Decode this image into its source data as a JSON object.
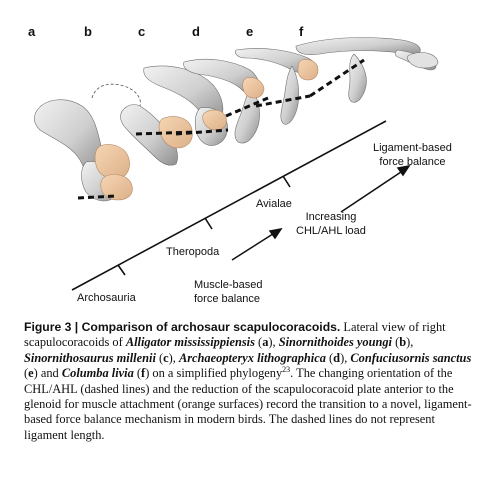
{
  "figure": {
    "panel_letters": [
      "a",
      "b",
      "c",
      "d",
      "e",
      "f"
    ],
    "labels": {
      "archosauria": "Archosauria",
      "theropoda": "Theropoda",
      "avialae": "Avialae",
      "muscle_line1": "Muscle-based",
      "muscle_line2": "force balance",
      "increasing_line1": "Increasing",
      "increasing_line2": "CHL/AHL load",
      "ligament_line1": "Ligament-based",
      "ligament_line2": "force balance"
    },
    "colors": {
      "bone": "#d9d9d9",
      "bone_shadow": "#9a9a9a",
      "attachment": "#f0c9a3",
      "line": "#111111"
    }
  },
  "caption": {
    "figure_label": "Figure 3 | Comparison of archosaur scapulocoracoids.",
    "intro": " Lateral view of right scapulocoracoids of ",
    "species_a": "Alligator mississippiensis",
    "letter_a": "a",
    "sep_1": " (",
    "sep_1b": "), ",
    "species_b": "Sinornithoides youngi",
    "letter_b": "b",
    "species_c": "Sinornithosaurus millenii",
    "letter_c": "c",
    "species_d": "Archaeopteryx lithographica",
    "letter_d": "d",
    "species_e": "Confuciusornis sanctus",
    "letter_e": "e",
    "and_word": ") and ",
    "species_f": "Columba livia",
    "letter_f": "f",
    "phylogeny_text": ") on a simplified phylogeny",
    "ref": "23",
    "body": ". The changing orientation of the CHL/AHL (dashed lines) and the reduction of the scapulocoracoid plate anterior to the glenoid for muscle attachment (orange surfaces) record the transition to a novel, ligament-based force balance mechanism in modern birds. The dashed lines do not represent ligament length."
  }
}
